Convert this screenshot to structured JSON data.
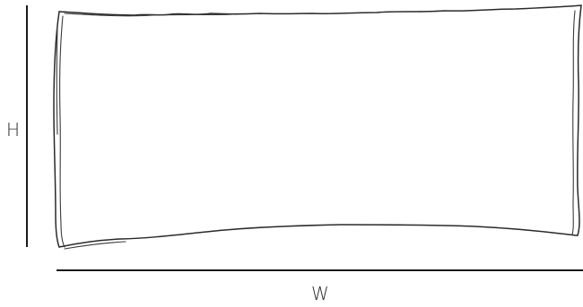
{
  "diagram": {
    "height_label": "H",
    "width_label": "W",
    "shape": "rectangle-cushion-outline",
    "line_color": "#2a2a2a",
    "background_color": "#ffffff"
  }
}
